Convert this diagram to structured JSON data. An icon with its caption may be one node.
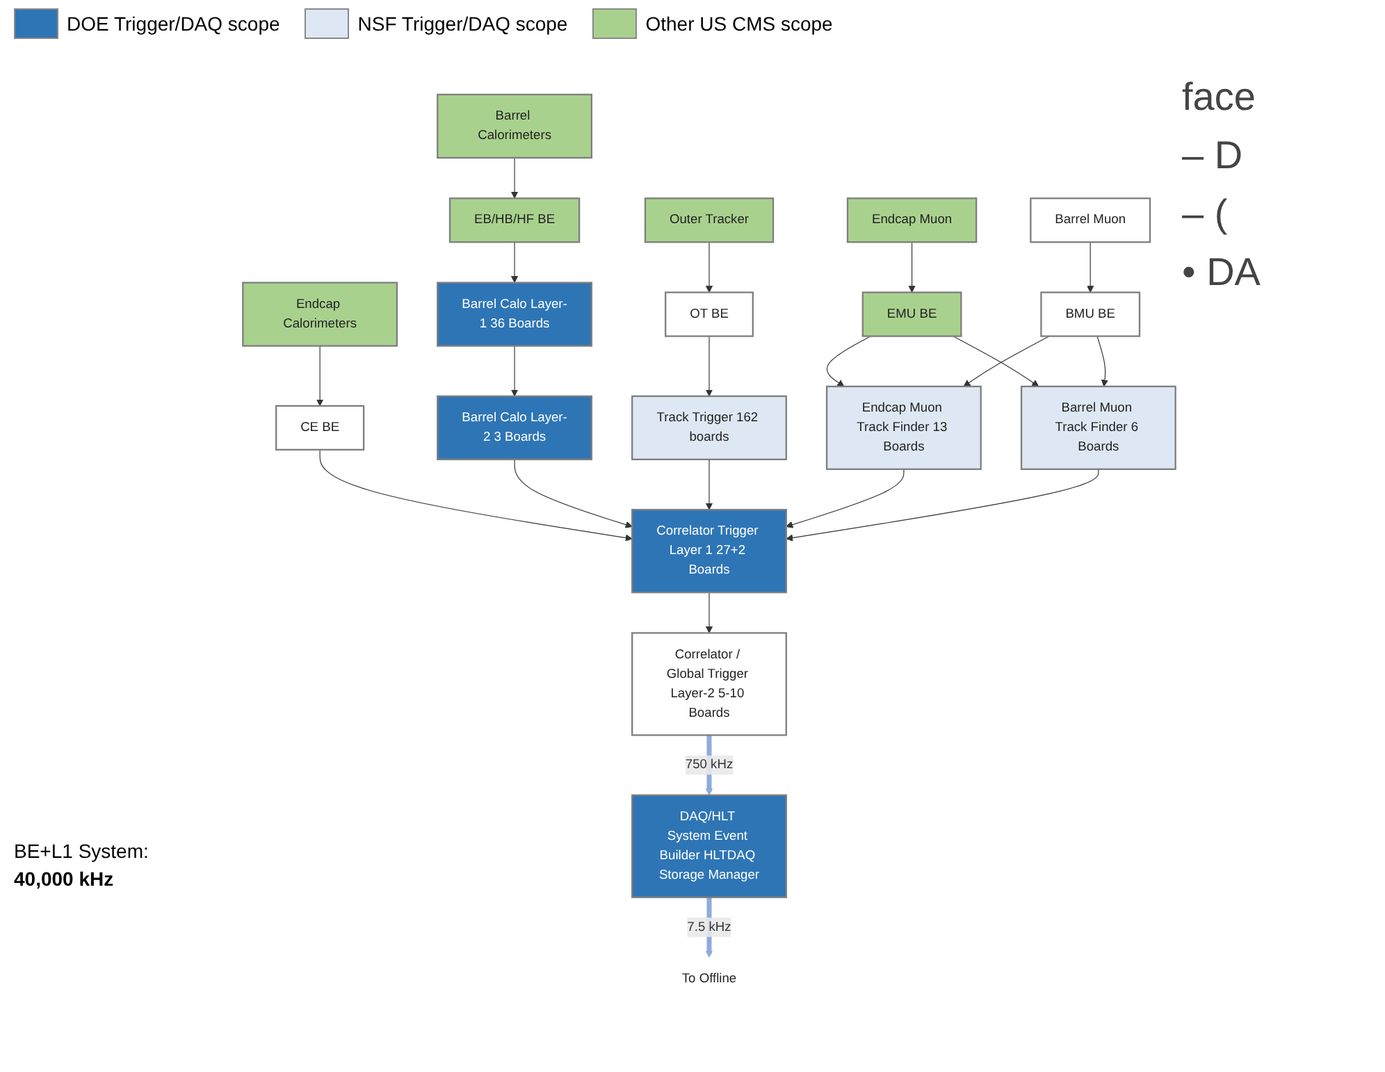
{
  "diagram": {
    "nodes": [
      {
        "text": [
          "Endcap Calorimeters"
        ]
      },
      {
        "text": [
          "Barrel Calorimeters"
        ]
      },
      {
        "text": [
          "Outer Tracker"
        ]
      },
      {
        "text": [
          "Endcap Muon"
        ]
      },
      {
        "text": [
          "Barrel Muon"
        ]
      },
      {
        "text": [
          "CE BE"
        ]
      },
      {
        "text": [
          "EB/HB/HF BE"
        ]
      },
      {
        "text": [
          "OT BE"
        ]
      },
      {
        "text": [
          "EMU BE"
        ]
      },
      {
        "text": [
          "BMU BE"
        ]
      },
      {
        "text": [
          "Barrel Calo Layer-1 36 Boards"
        ]
      },
      {
        "text": [
          "Track Trigger 162 boards"
        ]
      },
      {
        "text": [
          "Endcap Muon Track Finder 13 Boards"
        ]
      },
      {
        "text": [
          "Barrel Muon Track Finder 6 Boards"
        ]
      },
      {
        "text": [
          "Barrel Calo Layer-2 3 Boards"
        ]
      },
      {
        "text": [
          "Correlator Trigger Layer 1 27+2 Boards"
        ]
      },
      {
        "text": [
          "Correlator / Global Trigger Layer-2 5-10 Boards"
        ]
      },
      {
        "text": [
          "DAQ/HLT System Event Builder HLTDAQ Storage Manager"
        ]
      },
      {
        "text": [
          "To Offline"
        ]
      }
    ],
    "edges": [
      {
        "from": 0,
        "to": 5,
        "arrow": "to"
      },
      {
        "from": 1,
        "to": 6,
        "arrow": "to"
      },
      {
        "from": 2,
        "to": 7,
        "arrow": "to"
      },
      {
        "from": 3,
        "to": 8,
        "arrow": "to"
      },
      {
        "from": 4,
        "to": 9,
        "arrow": "to"
      },
      {
        "from": 6,
        "to": 10,
        "arrow": "to"
      },
      {
        "from": 7,
        "to": 11,
        "arrow": "to"
      },
      {
        "from": 8,
        "to": 12,
        "arrow": "to"
      },
      {
        "from": 8,
        "to": 13,
        "arrow": "to"
      },
      {
        "from": 9,
        "to": 12,
        "arrow": "to"
      },
      {
        "from": 9,
        "to": 13,
        "arrow": "to"
      },
      {
        "from": 10,
        "to": 14,
        "arrow": "to"
      },
      {
        "from": 5,
        "to": 15,
        "arrow": "to"
      },
      {
        "from": 14,
        "to": 15,
        "arrow": "to"
      },
      {
        "from": 11,
        "to": 15,
        "arrow": "to"
      },
      {
        "from": 12,
        "to": 15,
        "arrow": "to"
      },
      {
        "from": 13,
        "to": 15,
        "arrow": "to"
      },
      {
        "from": 15,
        "to": 16,
        "arrow": "to"
      },
      {
        "from": 16,
        "to": 17,
        "arrow": "to",
        "label": "750 kHz",
        "style": "thick",
        "color": "#8faadc"
      },
      {
        "from": 17,
        "to": 18,
        "arrow": "to",
        "label": "7.5 kHz",
        "style": "thick",
        "color": "#8faadc"
      }
    ],
    "labels": [
      "BE+L1 System:",
      "40,000 kHz",
      "face",
      "– D",
      "– (",
      "• DA"
    ],
    "legend": [
      {
        "text": "DOE Trigger/DAQ scope",
        "color": "#2e75b6"
      },
      {
        "text": "NSF Trigger/DAQ scope",
        "color": "#dee8f4"
      },
      {
        "text": "Other US CMS scope",
        "color": "#a9d18e"
      }
    ]
  }
}
